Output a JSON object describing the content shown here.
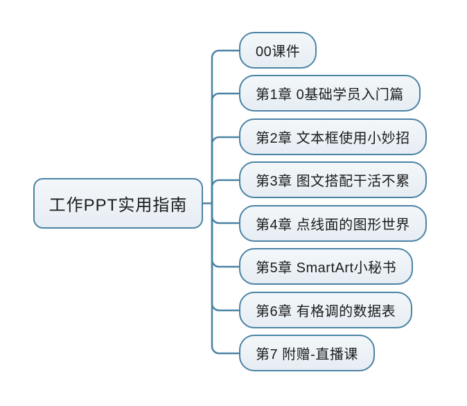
{
  "diagram": {
    "type": "mindmap",
    "root": {
      "label": "工作PPT实用指南"
    },
    "children": [
      {
        "label": "00课件"
      },
      {
        "label": "第1章 0基础学员入门篇"
      },
      {
        "label": "第2章 文本框使用小妙招"
      },
      {
        "label": "第3章 图文搭配干活不累"
      },
      {
        "label": "第4章 点线面的图形世界"
      },
      {
        "label": "第5章 SmartArt小秘书"
      },
      {
        "label": "第6章 有格调的数据表"
      },
      {
        "label": "第7 附赠-直播课"
      }
    ]
  },
  "colors": {
    "line": "#4a82a4",
    "node_border": "#4a82a4",
    "node_fill_top": "#f3f7fa",
    "node_fill_bottom": "#e6edf3",
    "text": "#1b1b1b",
    "background": "#ffffff"
  }
}
